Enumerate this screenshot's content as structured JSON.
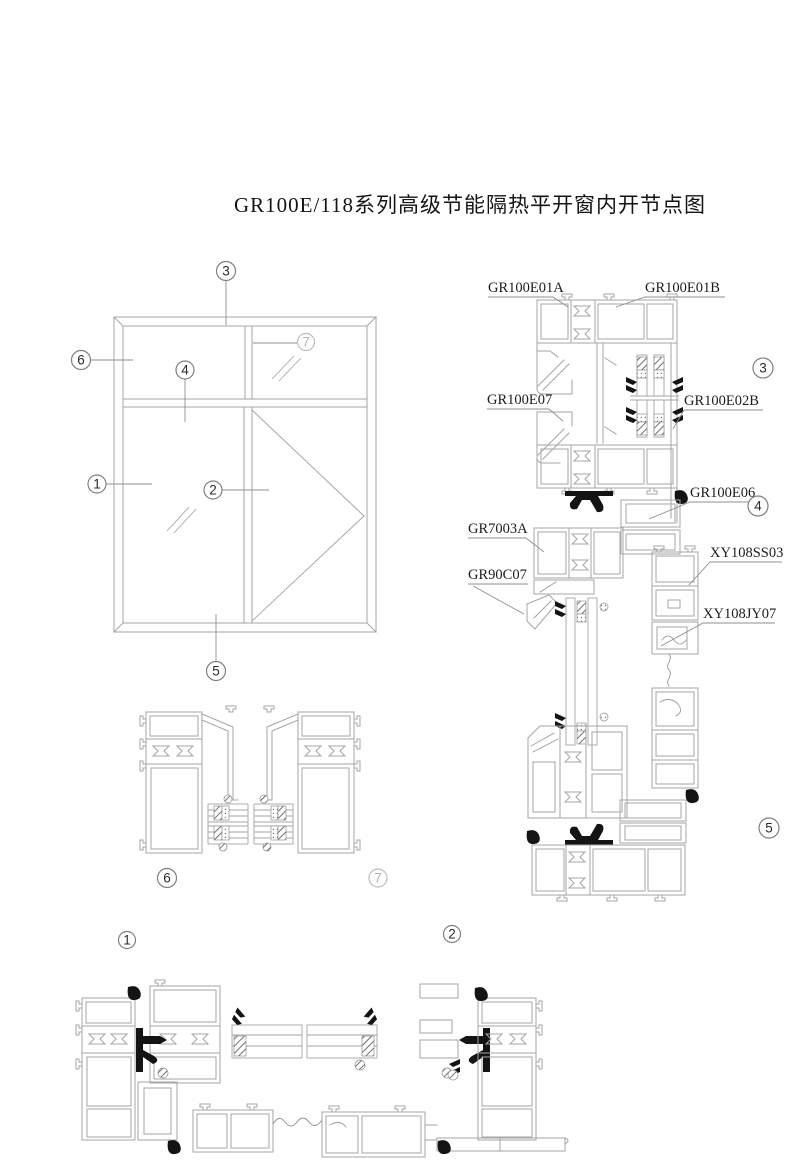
{
  "title": "GR100E/118系列高级节能隔热平开窗内开节点图",
  "colors": {
    "profile_line": "#a6a6a6",
    "leader_line": "#8f8f8f",
    "callout_dark": "#2b2b2b",
    "callout_light": "#b3b3b3",
    "gasket_black": "#141414",
    "label_text": "#1c1c1c",
    "background": "#ffffff"
  },
  "elevation": {
    "callouts": [
      {
        "n": "1"
      },
      {
        "n": "2"
      },
      {
        "n": "3"
      },
      {
        "n": "4"
      },
      {
        "n": "5"
      },
      {
        "n": "6"
      },
      {
        "n": "7"
      }
    ]
  },
  "right_section": {
    "labels": [
      {
        "text": "GR100E01A"
      },
      {
        "text": "GR100E01B"
      },
      {
        "text": "GR100E07"
      },
      {
        "text": "GR100E02B"
      },
      {
        "text": "GR100E06"
      },
      {
        "text": "GR7003A"
      },
      {
        "text": "GR90C07"
      },
      {
        "text": "XY108SS03"
      },
      {
        "text": "XY108JY07"
      }
    ],
    "callouts": [
      {
        "n": "3"
      },
      {
        "n": "4"
      },
      {
        "n": "5"
      }
    ]
  },
  "mid_section": {
    "callouts": [
      {
        "n": "6"
      },
      {
        "n": "7"
      }
    ]
  },
  "bottom_section": {
    "callouts": [
      {
        "n": "1"
      },
      {
        "n": "2"
      }
    ]
  }
}
